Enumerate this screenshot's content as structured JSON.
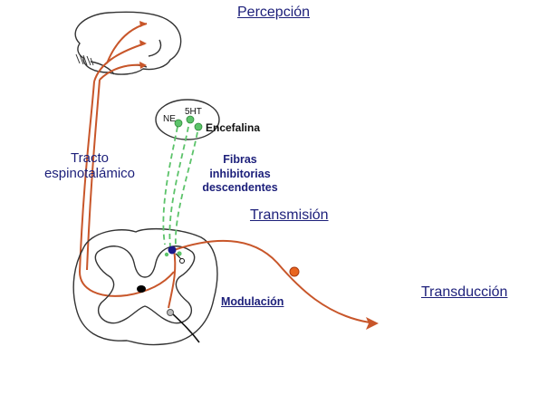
{
  "labels": {
    "percepcion": "Percepción",
    "tracto_line1": "Tracto",
    "tracto_line2": "espinotalámico",
    "ne": "NE",
    "ht5": "5HT",
    "encefalina": "Encefalina",
    "fibras_line1": "Fibras",
    "fibras_line2": "inhibitorias",
    "fibras_line3": "descendentes",
    "transmision": "Transmisión",
    "modulacion": "Modulación",
    "transduccion": "Transducción"
  },
  "colors": {
    "pathway": "#c8562a",
    "inhibitory": "#5cc36a",
    "label": "#1c1f7a",
    "outline": "#333333",
    "nociceptor": "#e8641e",
    "synapse": "#1a1a8a"
  }
}
